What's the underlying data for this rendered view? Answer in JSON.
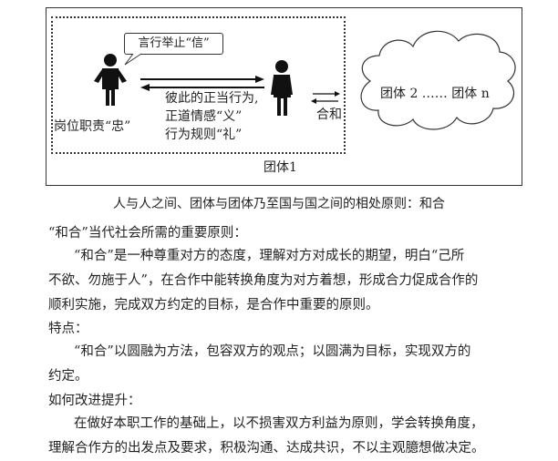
{
  "figure": {
    "speech_bubble": "言行举止“信”",
    "left_person_label": "岗位职责“忠”",
    "arrow_text_lines": [
      "彼此的正当行为,",
      "正道情感“义”",
      "行为规则“礼”"
    ],
    "group1_label": "团体1",
    "harmony_label": "合和",
    "cloud_text": "团体 2 …… 团体 n"
  },
  "caption": "人与人之间、团体与团体乃至国与国之间的相处原则：和合",
  "sections": [
    {
      "title": "“和合”当代社会所需的重要原则：",
      "lines": [
        "“和合”是一种尊重对方的态度，理解对方对成长的期望，明白“己所",
        "不欲、勿施于人”，在合作中能转换角度为对方着想，形成合力促成合作的",
        "顺利实施，完成双方约定的目标，是合作中重要的原则。"
      ]
    },
    {
      "title": "特点：",
      "lines": [
        "“和合”以圆融为方法，包容双方的观点；以圆满为目标，实现双方的",
        "约定。"
      ]
    },
    {
      "title": "如何改进提升：",
      "lines": [
        "在做好本职工作的基础上，以不损害双方利益为原则，学会转换角度，",
        "理解合作方的出发点及要求，积极沟通、达成共识，不以主观臆想做决定。"
      ]
    }
  ]
}
